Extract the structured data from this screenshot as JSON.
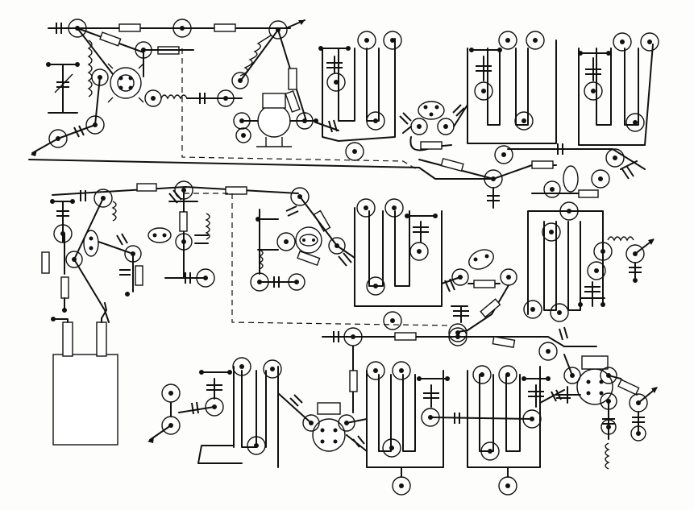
{
  "diagram": {
    "kind": "wiring-layout",
    "colors": {
      "ink": "#111111",
      "paper": "#fdfdfb"
    },
    "stages": [
      {
        "id": "mixer-oscillator-stage",
        "position": "top-left"
      },
      {
        "id": "if-stage-1",
        "position": "top-right"
      },
      {
        "id": "amplifier-stage",
        "position": "middle"
      },
      {
        "id": "output-stage",
        "position": "bottom"
      },
      {
        "id": "battery-box",
        "position": "bottom-left"
      }
    ]
  }
}
